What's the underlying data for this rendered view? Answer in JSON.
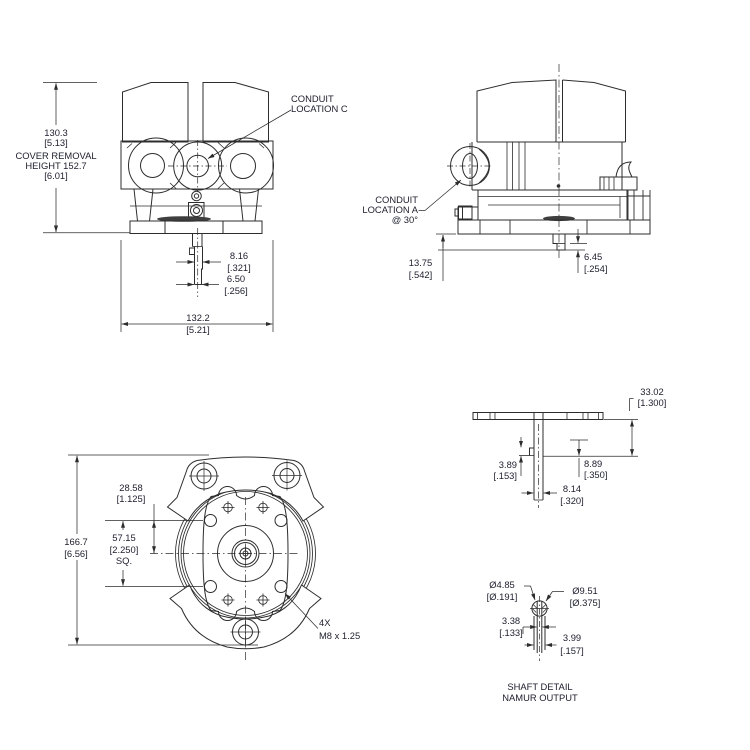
{
  "front_view": {
    "height_dim": {
      "lines": [
        "130.3",
        "[5.13]",
        "COVER REMOVAL",
        "HEIGHT 152.7",
        "[6.01]"
      ]
    },
    "conduit_label": {
      "lines": [
        "CONDUIT",
        "LOCATION C"
      ]
    },
    "shaft_upper_dim": {
      "lines": [
        "8.16",
        "[.321]"
      ]
    },
    "shaft_lower_dim": {
      "lines": [
        "6.50",
        "[.256]"
      ]
    },
    "width_dim": {
      "lines": [
        "132.2",
        "[5.21]"
      ]
    }
  },
  "side_view": {
    "conduit_label": {
      "lines": [
        "CONDUIT",
        "LOCATION A",
        "@ 30°"
      ]
    },
    "base_to_tip_dim": {
      "lines": [
        "13.75",
        "[.542]"
      ]
    },
    "tip_dim": {
      "lines": [
        "6.45",
        "[.254]"
      ]
    }
  },
  "bottom_view": {
    "half_square_dim": {
      "lines": [
        "28.58",
        "[1.125]"
      ]
    },
    "square_dim": {
      "lines": [
        "57.15",
        "[2.250]",
        "SQ."
      ]
    },
    "height_dim": {
      "lines": [
        "166.7",
        "[6.56]"
      ]
    },
    "bolt_note": {
      "lines": [
        "4X",
        "M8 x 1.25"
      ]
    }
  },
  "plate_detail": {
    "plate_width_dim": {
      "lines": [
        "33.02",
        "[1.300]"
      ]
    },
    "slot_dim": {
      "lines": [
        "3.89",
        "[.153]"
      ]
    },
    "depth_dim": {
      "lines": [
        "8.89",
        "[.350]"
      ]
    },
    "shaft_width_dim": {
      "lines": [
        "8.14",
        "[.320]"
      ]
    }
  },
  "shaft_detail": {
    "pin_dia": {
      "lines": [
        "Ø4.85",
        "[Ø.191]"
      ]
    },
    "shaft_dia": {
      "lines": [
        "Ø9.51",
        "[Ø.375]"
      ]
    },
    "slot_width": {
      "lines": [
        "3.38",
        "[.133]"
      ]
    },
    "tip_width": {
      "lines": [
        "3.99",
        "[.157]"
      ]
    },
    "caption": {
      "lines": [
        "SHAFT DETAIL",
        "NAMUR OUTPUT"
      ]
    }
  },
  "colors": {
    "line": "#2d2d2d",
    "text": "#1e1e2d",
    "background": "#ffffff"
  }
}
